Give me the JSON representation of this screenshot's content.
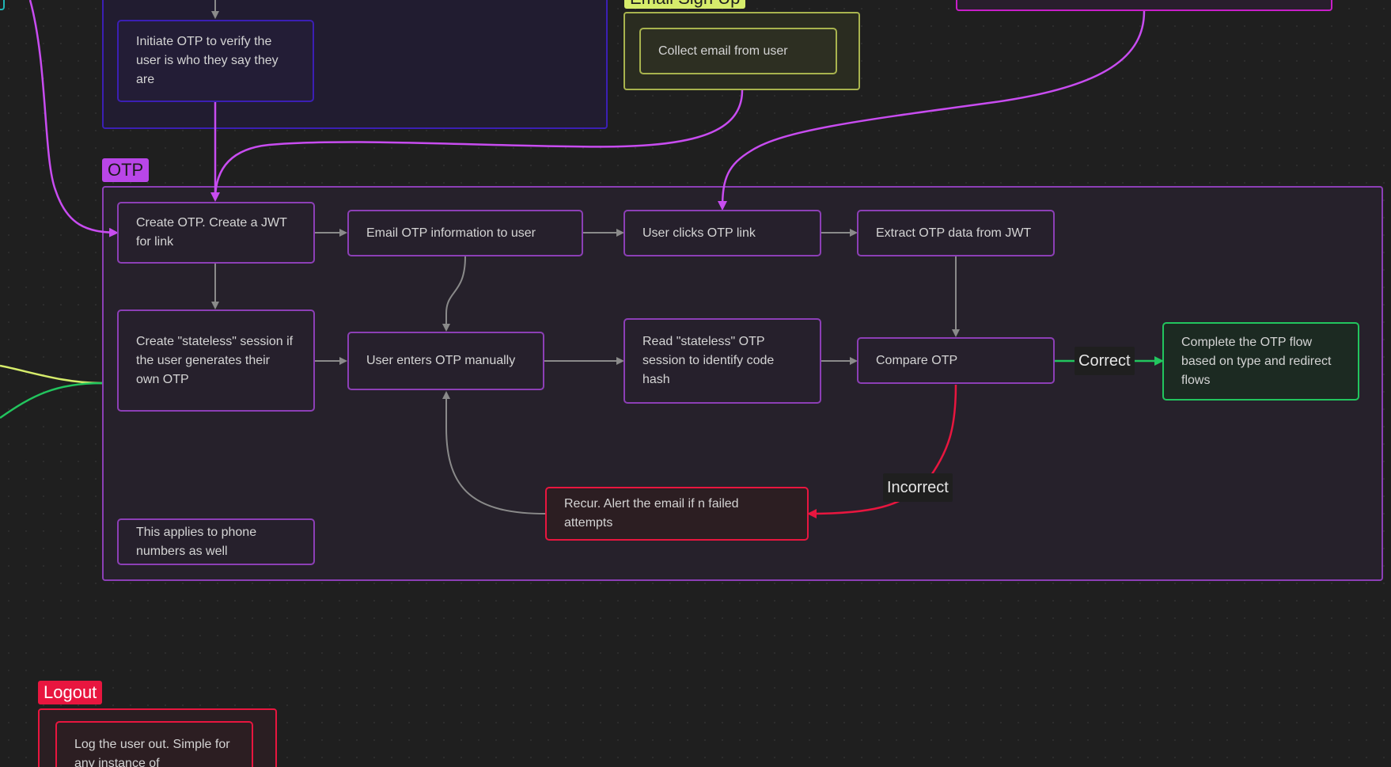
{
  "colors": {
    "purple": "#8c3fb6",
    "magenta": "#c84cf0",
    "gray_edge": "#8a8a8a",
    "red": "#e8163f",
    "green": "#22c55e",
    "yellow_green": "#a8b34e",
    "indigo": "#3b1fb4",
    "pink": "#c81ec8"
  },
  "groups": {
    "email_signup": {
      "label": "Email Sign Up"
    },
    "otp": {
      "label": "OTP"
    },
    "logout": {
      "label": "Logout"
    }
  },
  "nodes": {
    "initiate_otp": "Initiate OTP to verify the user is who they say they are",
    "collect_email": "Collect email from user",
    "create_otp": "Create OTP. Create a JWT for link",
    "email_otp": "Email OTP information to user",
    "user_clicks_link": "User clicks OTP link",
    "extract_otp": "Extract OTP data from JWT",
    "create_stateless": "Create \"stateless\" session if the user generates their own OTP",
    "user_enters_otp": "User enters OTP manually",
    "read_stateless": "Read \"stateless\" OTP session to identify code hash",
    "compare_otp": "Compare OTP",
    "complete_flow": "Complete the OTP flow based on type and redirect flows",
    "recur_alert": "Recur. Alert the email if n failed attempts",
    "phone_note": "This applies to phone numbers as well",
    "logout_user": "Log the user out. Simple for any instance of"
  },
  "edge_labels": {
    "correct": "Correct",
    "incorrect": "Incorrect"
  }
}
